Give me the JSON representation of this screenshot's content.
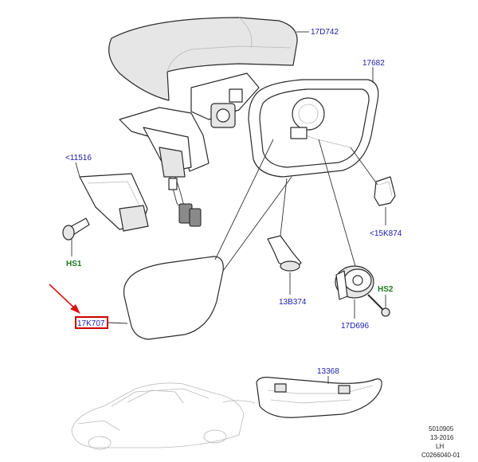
{
  "callouts": {
    "cap": "17D742",
    "housing": "17682",
    "motor_bracket": "<11516",
    "screw": "HS1",
    "clip": "<15K874",
    "bracket_small": "13B374",
    "glass": "17K707",
    "actuator": "17D696",
    "screw2": "HS2",
    "indicator": "13368"
  },
  "footer": {
    "line1": "5010905",
    "line2": "13-2016",
    "line3": "LH",
    "line4": "C0266040-01"
  },
  "colors": {
    "callout_blue": "#1a1aa8",
    "callout_green": "#1d7a1d",
    "highlight_box": "#cc0000",
    "arrow": "#dd1111"
  }
}
